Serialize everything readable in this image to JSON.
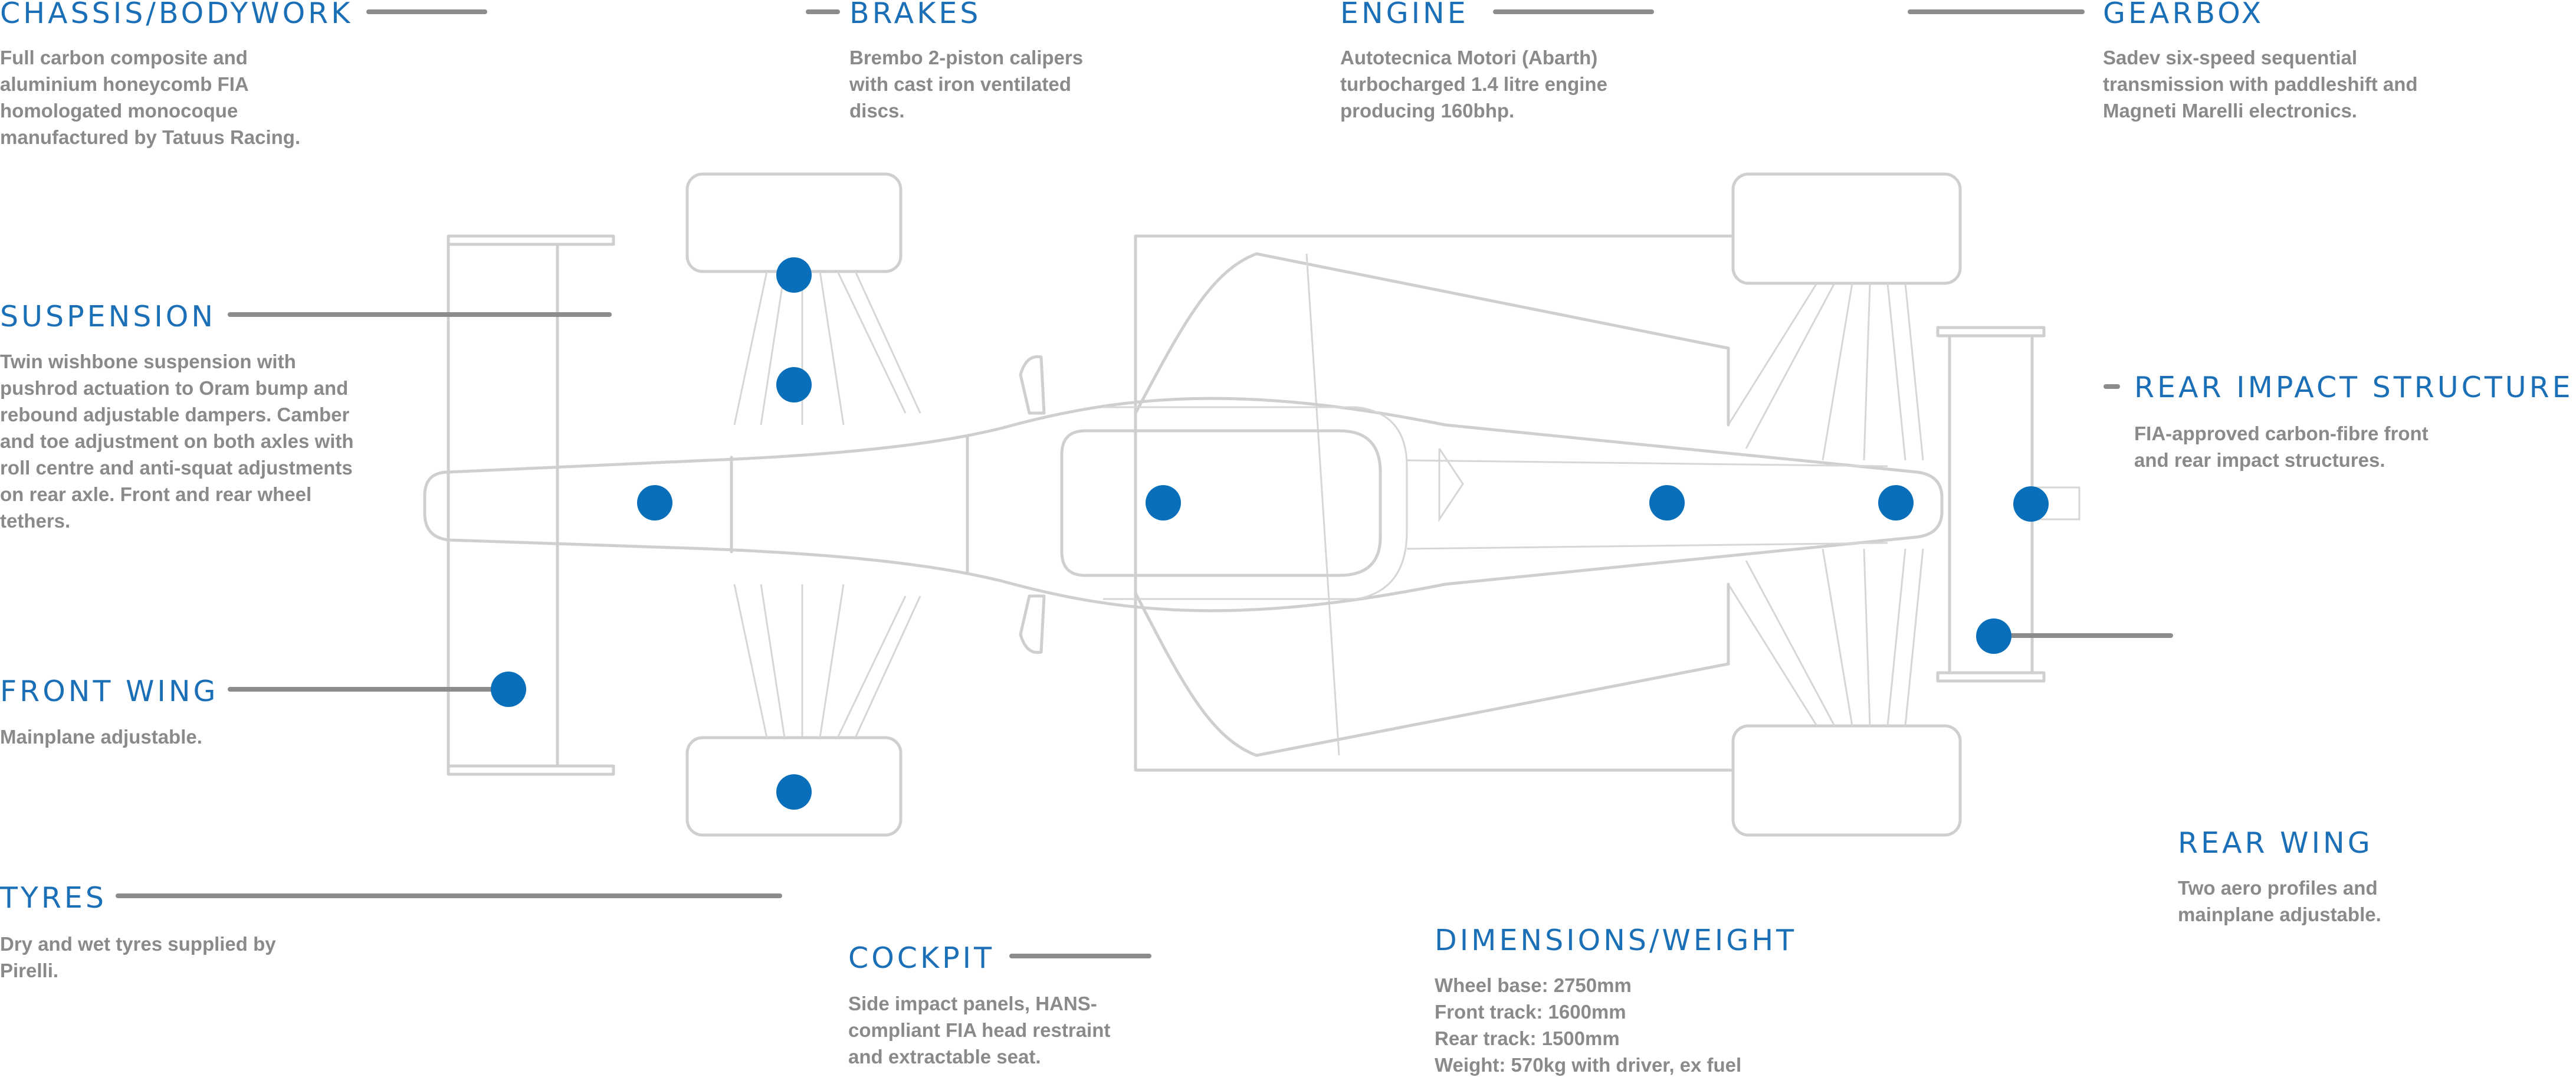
{
  "components": [
    {
      "id": "chassis",
      "title": "CHASSIS/BODYWORK",
      "lines": [
        "Full carbon composite and",
        "aluminium honeycomb FIA",
        "homologated monocoque",
        "manufactured by Tatuus Racing."
      ]
    },
    {
      "id": "brakes",
      "title": "BRAKES",
      "lines": [
        "Brembo 2-piston calipers",
        "with cast iron ventilated",
        "discs."
      ]
    },
    {
      "id": "engine",
      "title": "ENGINE",
      "lines": [
        "Autotecnica Motori (Abarth)",
        "turbocharged 1.4 litre engine",
        "producing 160bhp."
      ]
    },
    {
      "id": "gearbox",
      "title": "GEARBOX",
      "lines": [
        "Sadev six-speed sequential",
        "transmission with paddleshift and",
        "Magneti Marelli electronics."
      ]
    },
    {
      "id": "suspension",
      "title": "SUSPENSION",
      "lines": [
        "Twin wishbone suspension with",
        "pushrod actuation to Oram bump and",
        "rebound adjustable dampers. Camber",
        "and toe adjustment on both axles with",
        "roll centre and anti-squat adjustments",
        "on rear axle. Front and rear wheel",
        "tethers."
      ]
    },
    {
      "id": "rear_impact",
      "title": "REAR IMPACT STRUCTURE",
      "lines": [
        "FIA-approved carbon-fibre front",
        "and rear impact structures."
      ]
    },
    {
      "id": "front_wing",
      "title": "FRONT WING",
      "lines": [
        "Mainplane adjustable."
      ]
    },
    {
      "id": "rear_wing",
      "title": "REAR WING",
      "lines": [
        "Two aero profiles and",
        "mainplane adjustable."
      ]
    },
    {
      "id": "tyres",
      "title": "TYRES",
      "lines": [
        "Dry and wet tyres supplied by",
        "Pirelli."
      ]
    },
    {
      "id": "cockpit",
      "title": "COCKPIT",
      "lines": [
        "Side impact panels, HANS-",
        "compliant FIA head restraint",
        "and extractable seat."
      ]
    },
    {
      "id": "dimensions",
      "title": "DIMENSIONS/WEIGHT",
      "lines": [
        "Wheel base: 2750mm",
        "Front track: 1600mm",
        "Rear track: 1500mm",
        "Weight: 570kg with driver, ex fuel"
      ]
    }
  ],
  "colors": {
    "accent": "#1a6fb6",
    "marker": "#0a6fbb",
    "leader": "#8a8c8e",
    "body_text": "#8a8a8a",
    "outline": "#cfcfcf"
  }
}
